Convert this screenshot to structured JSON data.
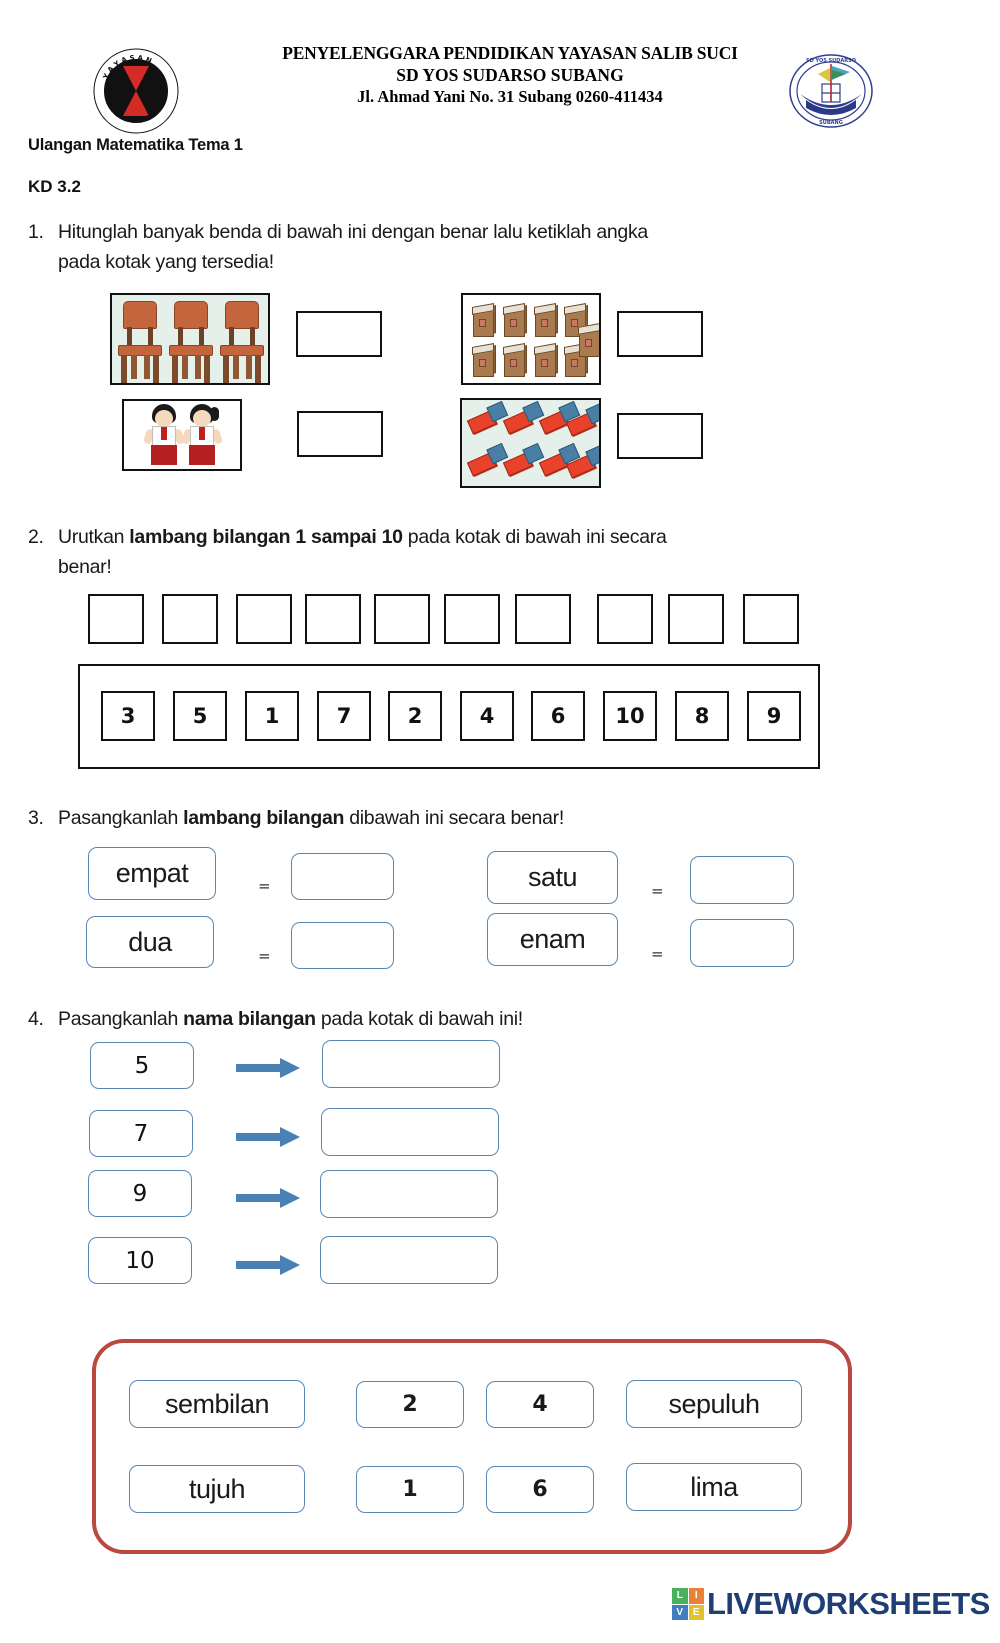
{
  "header": {
    "line1": "PENYELENGGARA PENDIDIKAN YAYASAN SALIB SUCI",
    "line2": "SD YOS SUDARSO SUBANG",
    "line3": "Jl. Ahmad Yani No. 31 Subang 0260-411434",
    "logo_left_name": "yayasan-salib-suci-seal-icon",
    "logo_right_name": "sd-yos-sudarso-subang-seal-icon"
  },
  "sheet": {
    "title": "Ulangan Matematika Tema 1",
    "kd": "KD 3.2"
  },
  "questions": [
    {
      "number": "1.",
      "text_plain": "Hitunglah banyak benda di bawah ini dengan benar lalu ketiklah angka pada kotak yang tersedia!",
      "text_part1": "Hitunglah banyak benda di bawah ini dengan benar lalu ketiklah angka",
      "text_part2": "pada kotak yang tersedia!",
      "items": [
        {
          "picture": "chairs",
          "count_shown": 3,
          "answer_value": "",
          "answer_placeholder": ""
        },
        {
          "picture": "school-bags",
          "count_shown": 10,
          "answer_value": "",
          "answer_placeholder": ""
        },
        {
          "picture": "two-children",
          "count_shown": 2,
          "answer_value": "",
          "answer_placeholder": ""
        },
        {
          "picture": "erasers",
          "count_shown": 8,
          "answer_value": "",
          "answer_placeholder": ""
        }
      ]
    },
    {
      "number": "2.",
      "text_pre": "Urutkan ",
      "text_bold": "lambang bilangan 1  sampai 10",
      "text_post": " pada kotak di bawah ini secara",
      "text_line2": "benar!",
      "answer_slots": [
        "",
        "",
        "",
        "",
        "",
        "",
        "",
        "",
        "",
        ""
      ],
      "bank_numbers": [
        "3",
        "5",
        "1",
        "7",
        "2",
        "4",
        "6",
        "10",
        "8",
        "9"
      ]
    },
    {
      "number": "3.",
      "text_pre": "Pasangkanlah ",
      "text_bold": "lambang bilangan",
      "text_post": " dibawah ini secara benar!",
      "equals_symbol": "=",
      "pairs": [
        {
          "word": "empat",
          "answer_value": ""
        },
        {
          "word": "satu",
          "answer_value": ""
        },
        {
          "word": "dua",
          "answer_value": ""
        },
        {
          "word": "enam",
          "answer_value": ""
        }
      ]
    },
    {
      "number": "4.",
      "text_pre": "Pasangkanlah ",
      "text_bold": "nama bilangan",
      "text_post": " pada kotak di bawah ini!",
      "rows": [
        {
          "number": "5",
          "answer_value": ""
        },
        {
          "number": "7",
          "answer_value": ""
        },
        {
          "number": "9",
          "answer_value": ""
        },
        {
          "number": "10",
          "answer_value": ""
        }
      ]
    }
  ],
  "word_bank": {
    "row1": [
      "sembilan",
      "2",
      "4",
      "sepuluh"
    ],
    "row2": [
      "tujuh",
      "1",
      "6",
      "lima"
    ],
    "border_color": "#b9483f"
  },
  "footer": {
    "brand": "LIVEWORKSHEETS",
    "tiles": [
      {
        "letter": "L",
        "color": "#4bb05c"
      },
      {
        "letter": "I",
        "color": "#e8823a"
      },
      {
        "letter": "V",
        "color": "#3f7fc1"
      },
      {
        "letter": "E",
        "color": "#e0c22c"
      }
    ],
    "brand_color": "#1f3f74"
  },
  "colors": {
    "accent_blue": "#5b87b3",
    "arrow_blue": "#4a81b4",
    "bank_red": "#b9483f",
    "picture_bg": "#e6f0ea"
  }
}
